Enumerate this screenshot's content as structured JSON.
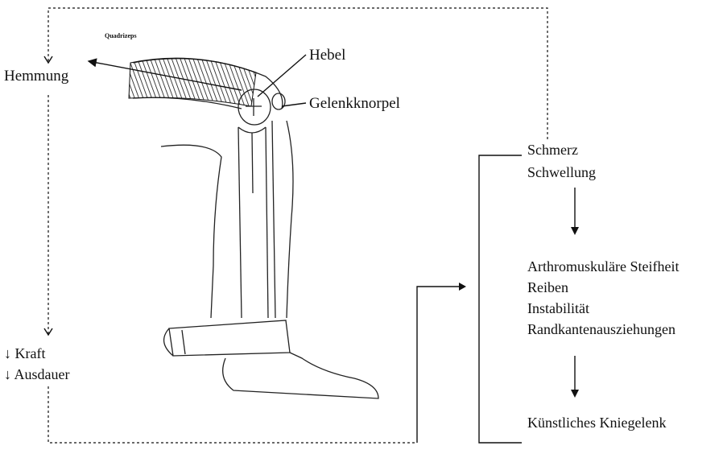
{
  "labels": {
    "quadrizeps": "Quadrizeps",
    "hemmung": "Hemmung",
    "hebel": "Hebel",
    "gelenkknorpel": "Gelenkknorpel",
    "kraft": "↓ Kraft",
    "ausdauer": "↓ Ausdauer"
  },
  "cascade": {
    "step1": [
      "Schmerz",
      "Schwellung"
    ],
    "step2": [
      "Arthromuskuläre Steifheit",
      "Reiben",
      "Instabilität",
      "Randkantenausziehungen"
    ],
    "step3": [
      "Künstliches Kniegelenk"
    ]
  }
}
